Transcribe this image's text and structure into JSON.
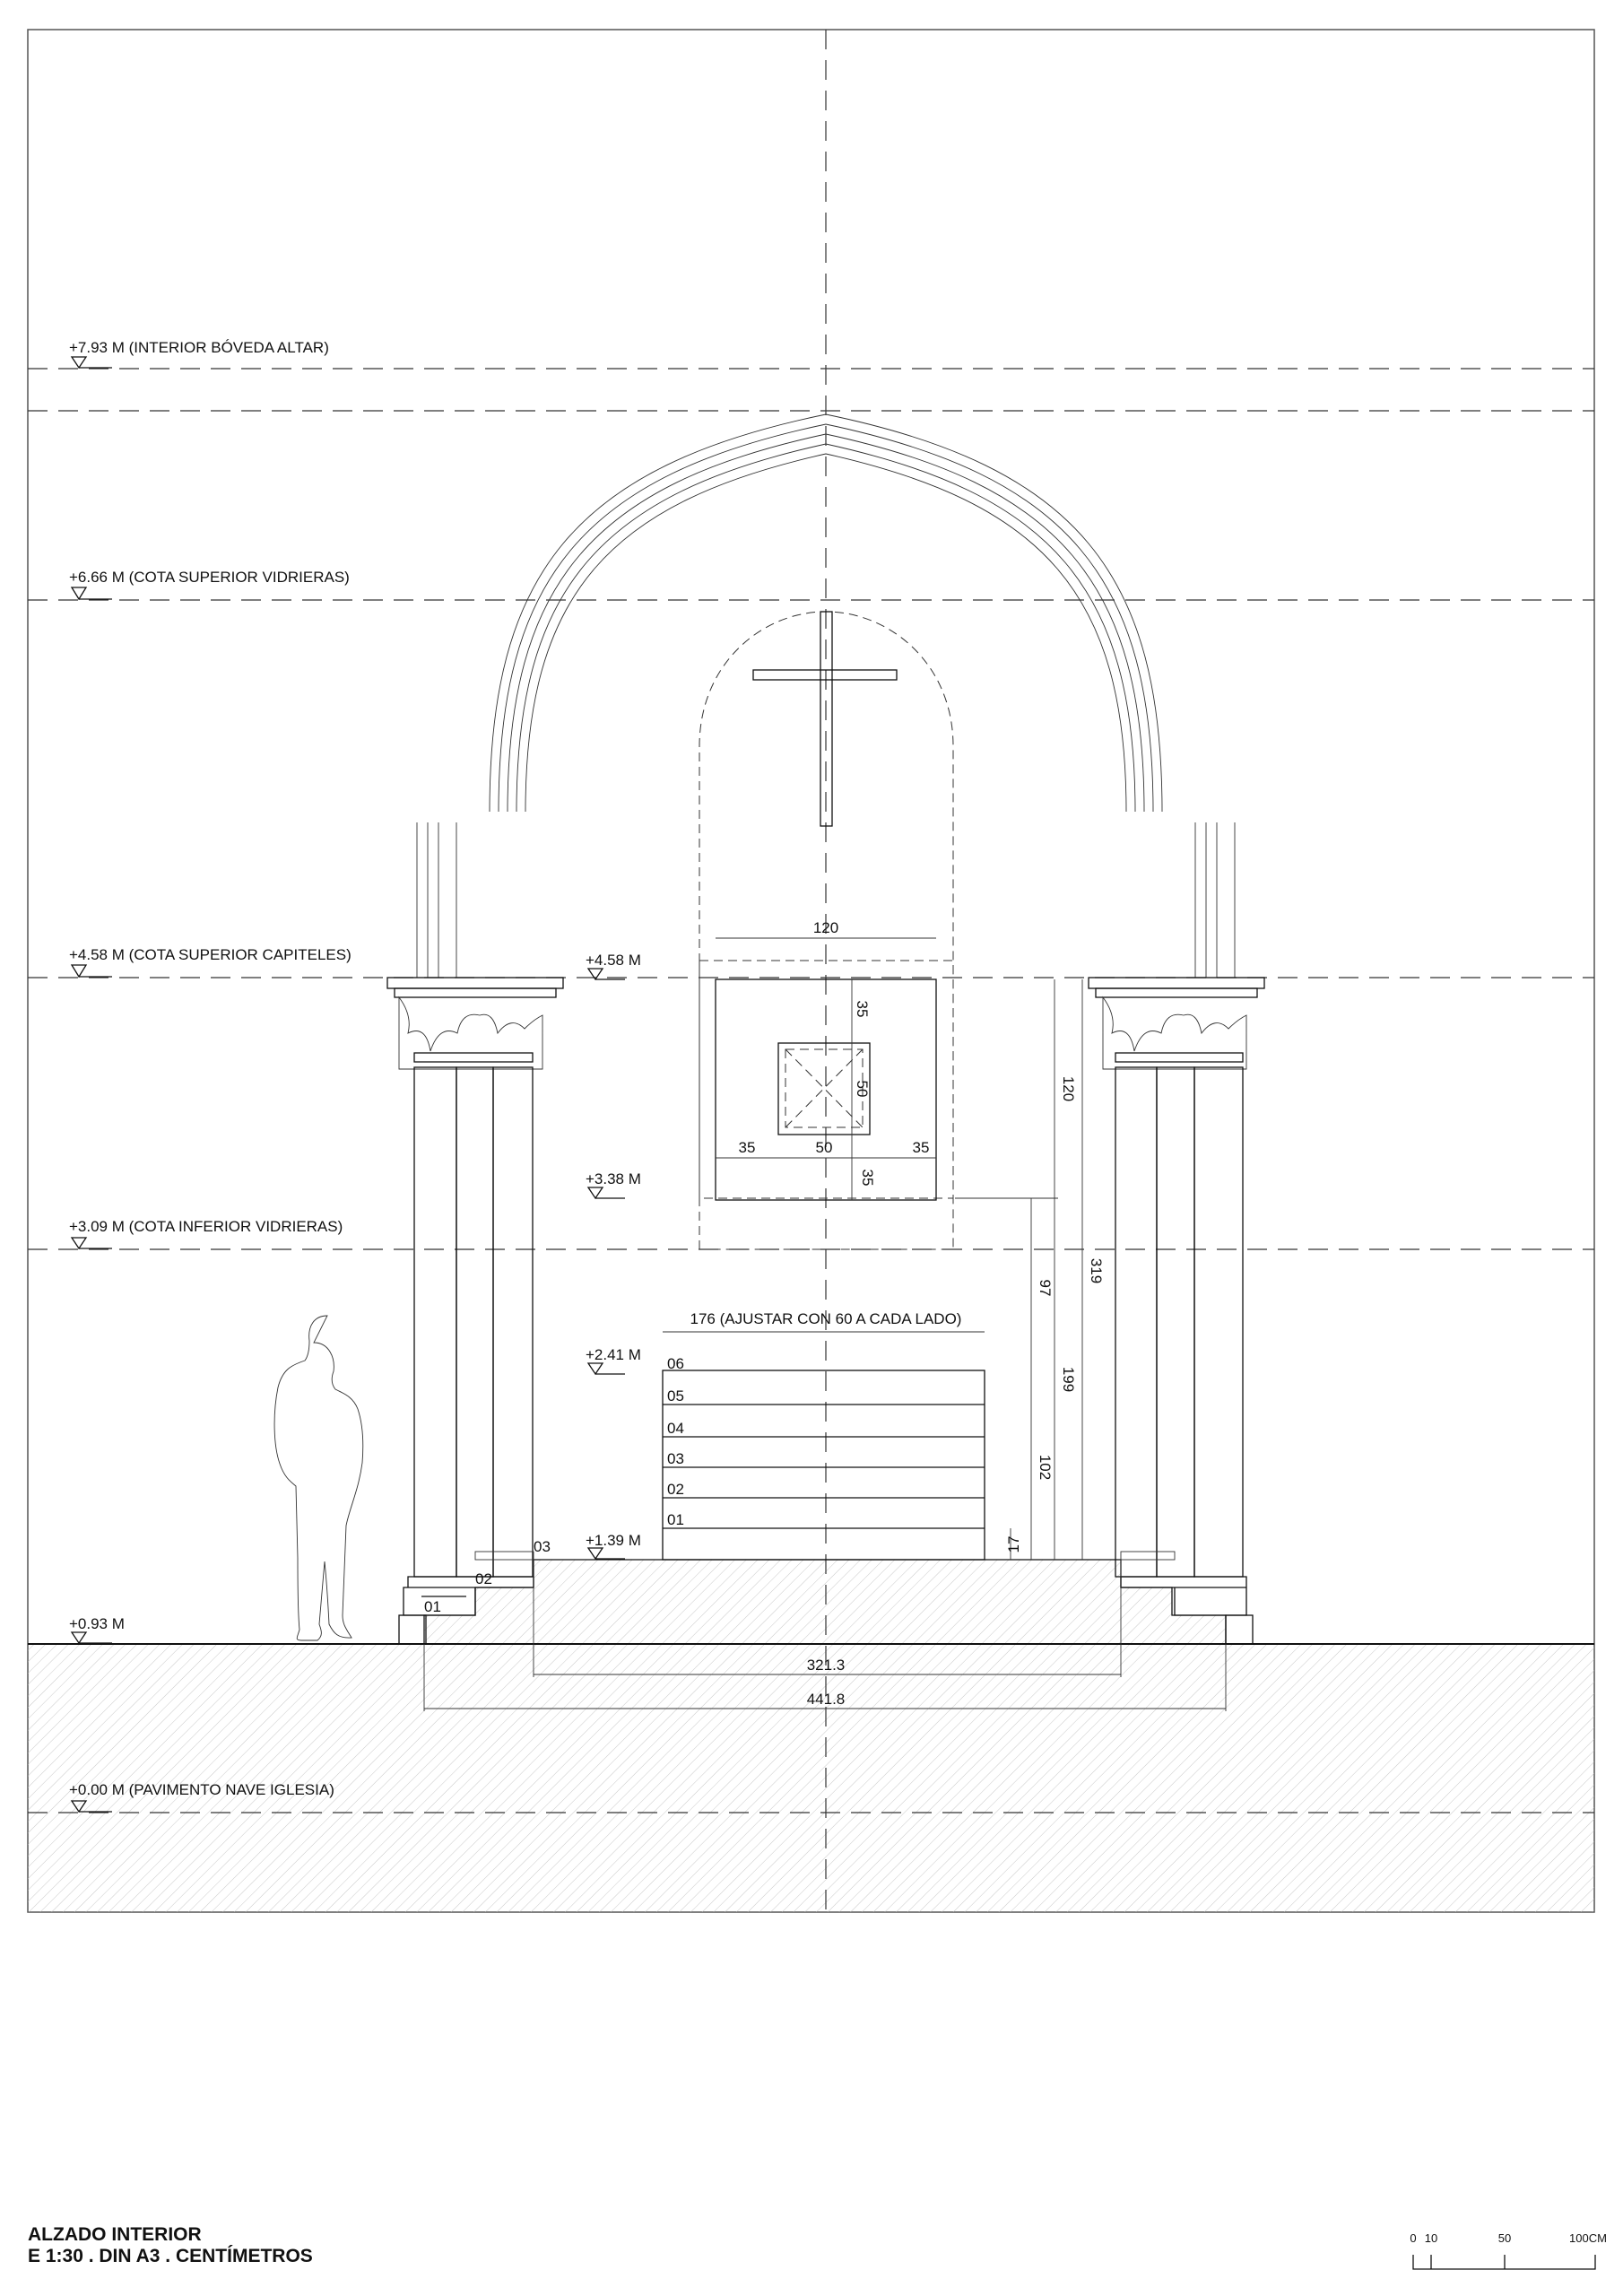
{
  "levels": {
    "l793": "+7.93 M (INTERIOR BÓVEDA ALTAR)",
    "l666": "+6.66 M (COTA SUPERIOR VIDRIERAS)",
    "l458": "+4.58 M (COTA SUPERIOR CAPITELES)",
    "l458b": "+4.58 M",
    "l338": "+3.38 M",
    "l309": "+3.09 M (COTA INFERIOR VIDRIERAS)",
    "l241": "+2.41 M",
    "l139": "+1.39 M",
    "l093": "+0.93 M",
    "l000": "+0.00 M  (PAVIMENTO NAVE IGLESIA)"
  },
  "dimensions": {
    "tab_width": "120",
    "tab_top": "35",
    "tab_inner_h": "50",
    "tab_bottom": "35",
    "tab_left": "35",
    "tab_inner_w": "50",
    "tab_right": "35",
    "tab_height": "120",
    "d97": "97",
    "d199": "199",
    "d102": "102",
    "d17": "17",
    "d319": "319",
    "altar_width": "176  (AJUSTAR  CON  60  A  CADA  LADO)",
    "d3213": "321.3",
    "d4418": "441.8"
  },
  "shelves": [
    "06",
    "05",
    "04",
    "03",
    "02",
    "01"
  ],
  "steps": [
    "01",
    "02",
    "03"
  ],
  "title": {
    "line1": "ALZADO INTERIOR",
    "line2": "E 1:30 . DIN A3 . CENTÍMETROS"
  },
  "scale_bar": {
    "t0": "0",
    "t10": "10",
    "t50": "50",
    "t100": "100CM"
  }
}
